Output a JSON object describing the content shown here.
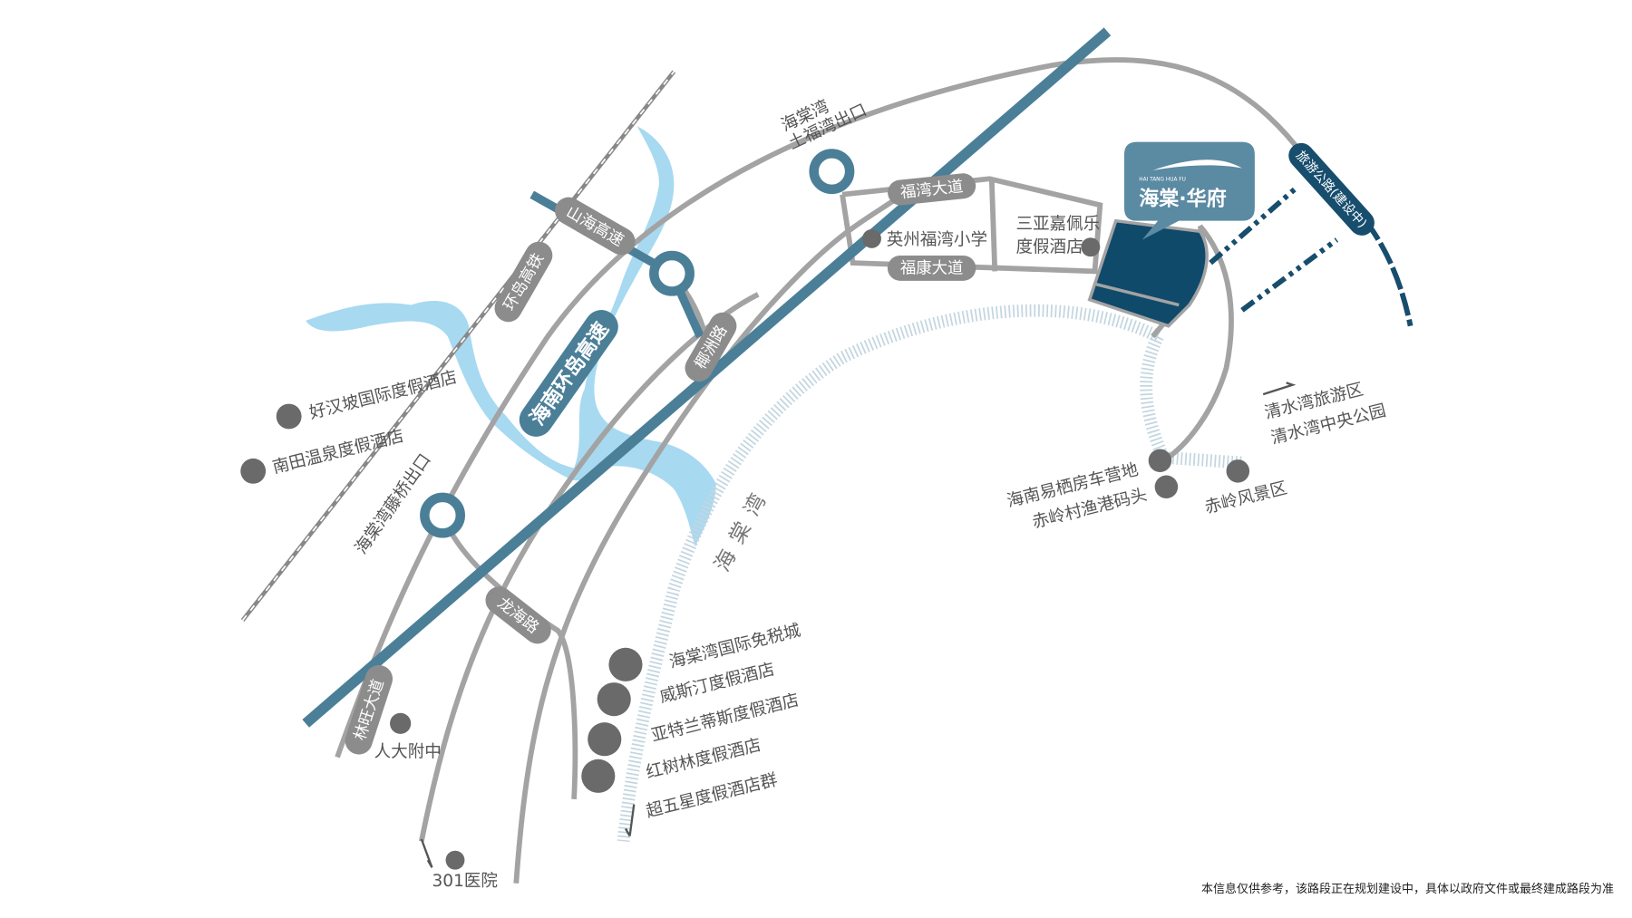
{
  "map": {
    "project_logo": {
      "name": "海棠·华府",
      "pinyin": "HAI TANG HUA FU"
    },
    "roads": {
      "highway": "海南环岛高速",
      "shanhai": "山海高速",
      "railway": "环岛高铁",
      "yezhou": "椰洲路",
      "longhai": "龙海路",
      "linwang": "林旺大道",
      "fuwan": "福湾大道",
      "fukang": "福康大道",
      "tourist": "旅游公路(建设中)"
    },
    "exits": {
      "north_line1": "海棠湾",
      "north_line2": "土福湾出口",
      "south": "海棠湾藤桥出口"
    },
    "bay": "海棠湾",
    "pois": {
      "haohanpo": "好汉坡国际度假酒店",
      "nantian": "南田温泉度假酒店",
      "school": "英州福湾小学",
      "capella_1": "三亚嘉佩乐",
      "capella_2": "度假酒店",
      "dutyfree": "海棠湾国际免税城",
      "westin": "威斯汀度假酒店",
      "atlantis": "亚特兰蒂斯度假酒店",
      "mangrove": "红树林度假酒店",
      "fivestar": "超五星度假酒店群",
      "renda": "人大附中",
      "hospital": "301医院",
      "qingshui_1": "清水湾旅游区",
      "qingshui_2": "清水湾中央公园",
      "camp": "海南易栖房车营地",
      "fishport": "赤岭村渔港码头",
      "chiling": "赤岭风景区"
    },
    "colors": {
      "highway": "#4b7f98",
      "road": "#a3a3a3",
      "water": "#a7d9f1",
      "project": "#0f4a6b",
      "tourist_road": "#174d6d"
    }
  },
  "footer": "本信息仅供参考，该路段正在规划建设中，具体以政府文件或最终建成路段为准"
}
